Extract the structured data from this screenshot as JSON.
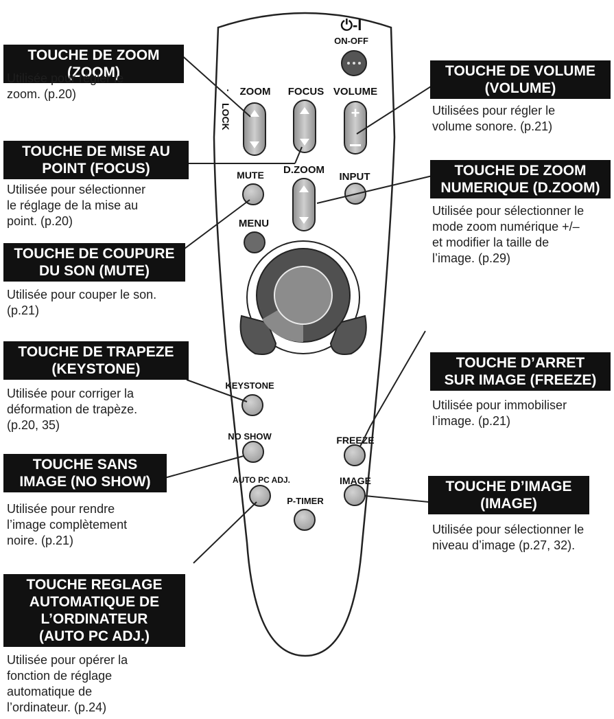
{
  "colors": {
    "header_bg": "#111111",
    "header_text": "#ffffff",
    "remote_body": "#ffffff",
    "button_light": "#bdbdbd",
    "button_dark": "#6a6a6a"
  },
  "remote": {
    "power_symbol": "⏻-I",
    "on_off": "ON-OFF",
    "lock": "LOCK",
    "zoom": "ZOOM",
    "focus": "FOCUS",
    "volume": "VOLUME",
    "mute": "MUTE",
    "dzoom": "D.ZOOM",
    "input": "INPUT",
    "menu": "MENU",
    "keystone": "KEYSTONE",
    "no_show": "NO SHOW",
    "freeze": "FREEZE",
    "auto_pc_adj": "AUTO PC ADJ.",
    "image": "IMAGE",
    "p_timer": "P-TIMER"
  },
  "callouts": {
    "zoom": {
      "title": [
        "TOUCHE DE ZOOM (ZOOM)"
      ],
      "desc": [
        "Utilisée pour régler le",
        "zoom. (p.20)"
      ]
    },
    "focus": {
      "title": [
        "TOUCHE DE MISE AU",
        "POINT (FOCUS)"
      ],
      "desc": [
        "Utilisée pour sélectionner",
        "le réglage de la mise au",
        "point. (p.20)"
      ]
    },
    "mute": {
      "title": [
        "TOUCHE DE COUPURE",
        "DU SON (MUTE)"
      ],
      "desc": [
        "Utilisée pour couper le son.",
        "(p.21)"
      ]
    },
    "keystone": {
      "title": [
        "TOUCHE DE TRAPEZE",
        "(KEYSTONE)"
      ],
      "desc": [
        "Utilisée pour corriger la",
        "déformation de trapèze.",
        "(p.20, 35)"
      ]
    },
    "no_show": {
      "title": [
        "TOUCHE SANS",
        "IMAGE (NO SHOW)"
      ],
      "desc": [
        "Utilisée pour rendre",
        "l’image complètement",
        "noire. (p.21)"
      ]
    },
    "auto_pc": {
      "title": [
        "TOUCHE REGLAGE",
        "AUTOMATIQUE DE",
        "L’ORDINATEUR",
        "(AUTO PC ADJ.)"
      ],
      "desc": [
        "Utilisée pour opérer la",
        "fonction de réglage",
        "automatique de",
        "l’ordinateur. (p.24)"
      ]
    },
    "volume": {
      "title": [
        "TOUCHE DE VOLUME",
        "(VOLUME)"
      ],
      "desc": [
        "Utilisées pour régler le",
        "volume sonore. (p.21)"
      ]
    },
    "dzoom": {
      "title": [
        "TOUCHE DE ZOOM",
        "NUMERIQUE (D.ZOOM)"
      ],
      "desc": [
        "Utilisée pour sélectionner le",
        "mode zoom numérique +/–",
        "et modifier la taille de",
        "l’image. (p.29)"
      ]
    },
    "freeze": {
      "title": [
        "TOUCHE D’ARRET",
        "SUR IMAGE (FREEZE)"
      ],
      "desc": [
        "Utilisée pour immobiliser",
        "l’image. (p.21)"
      ]
    },
    "image": {
      "title": [
        "TOUCHE D’IMAGE",
        "(IMAGE)"
      ],
      "desc": [
        "Utilisée pour sélectionner le",
        "niveau d’image (p.27, 32)."
      ]
    }
  }
}
